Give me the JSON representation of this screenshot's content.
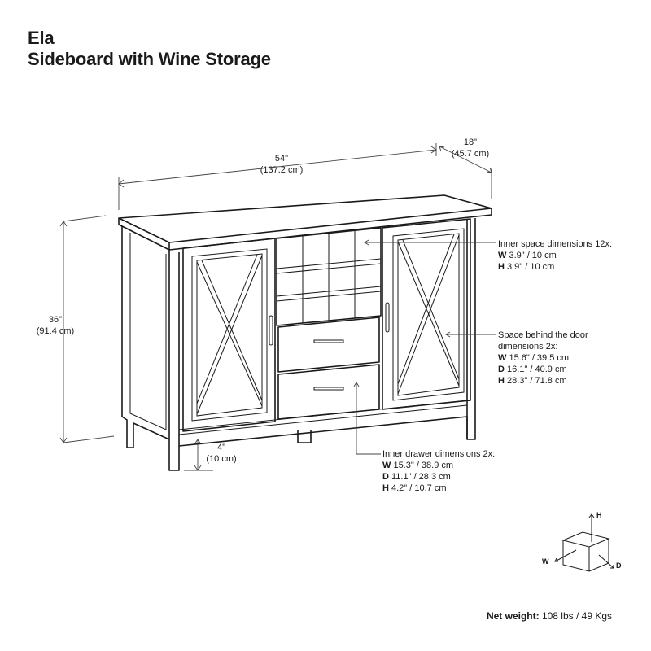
{
  "header": {
    "name": "Ela",
    "product": "Sideboard with Wine Storage"
  },
  "dimensions": {
    "width_in": "54\"",
    "width_cm": "(137.2 cm)",
    "depth_in": "18\"",
    "depth_cm": "(45.7 cm)",
    "height_in": "36\"",
    "height_cm": "(91.4 cm)",
    "leg_in": "4\"",
    "leg_cm": "(10 cm)"
  },
  "inner_space": {
    "title": "Inner space dimensions 12x:",
    "w_label": "W",
    "w_value": " 3.9\" / 10 cm",
    "h_label": "H",
    "h_value": " 3.9\" / 10 cm"
  },
  "behind_door": {
    "title1": "Space behind the door",
    "title2": "dimensions 2x:",
    "w_label": "W",
    "w_value": " 15.6\" / 39.5 cm",
    "d_label": "D",
    "d_value": " 16.1\" / 40.9 cm",
    "h_label": "H",
    "h_value": " 28.3\" / 71.8 cm"
  },
  "drawer": {
    "title": "Inner drawer dimensions 2x:",
    "w_label": "W",
    "w_value": " 15.3\" / 38.9 cm",
    "d_label": "D",
    "d_value": " 11.1\" / 28.3 cm",
    "h_label": "H",
    "h_value": " 4.2\" / 10.7 cm"
  },
  "axes": {
    "h": "H",
    "w": "W",
    "d": "D"
  },
  "net_weight": {
    "label": "Net weight:",
    "value": " 108 lbs / 49 Kgs"
  }
}
